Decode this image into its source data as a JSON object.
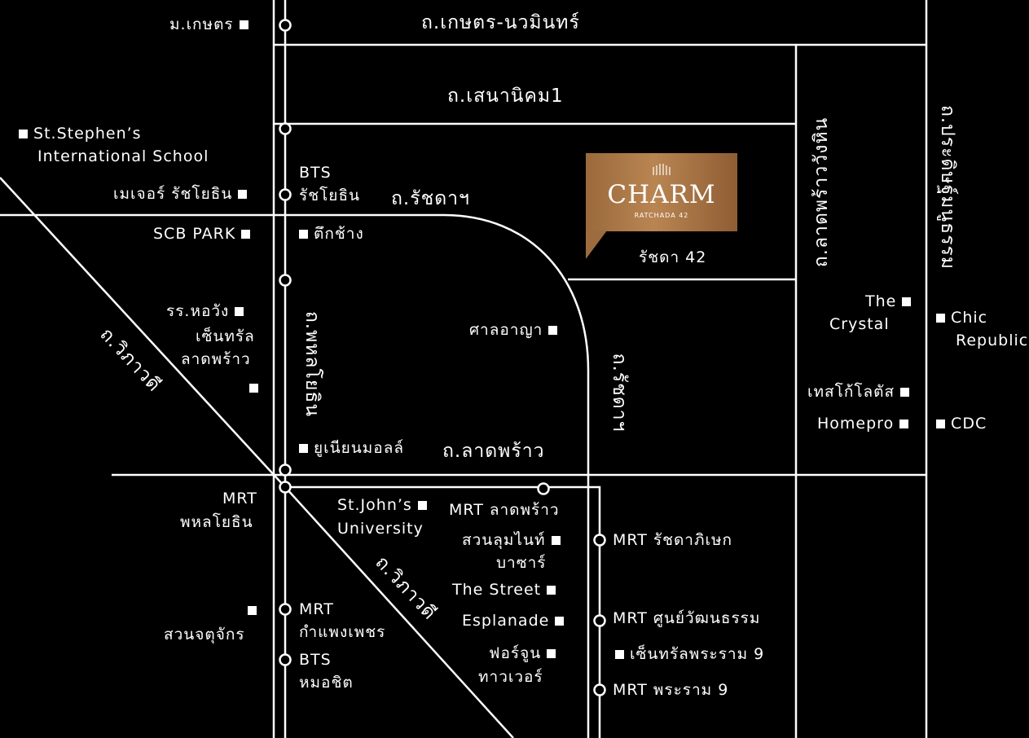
{
  "roads": {
    "kaset_nawamin": "ถ.เกษตร-นวมินทร์",
    "senanikom": "ถ.เสนานิคม1",
    "ratchada_h": "ถ.รัชดาฯ",
    "ratchada_v": "ถ.รัชดาฯ",
    "phahon": "ถ.พหลโยธิน",
    "ladprao": "ถ.ลาดพร้าว",
    "vibhavadi_upper": "ถ.วิภาวดี",
    "vibhavadi_lower": "ถ.วิภาวดี",
    "ladprao_wanghin": "ถ.ลาดพร้าววังหิน",
    "pradit_manutham": "ถ.ประดิษฐ์มนูธรรม"
  },
  "project": {
    "name": "CHARM",
    "subtitle": "RATCHADA 42",
    "soi_label": "รัชดา 42",
    "logo_color": "#b07d4c"
  },
  "places": {
    "kasetsart": "ม.เกษตร",
    "st_stephens_1": "St.Stephen’s",
    "st_stephens_2": "International School",
    "major": "เมเจอร์ รัชโยธิน",
    "scb": "SCB PARK",
    "elephant": "ตึกช้าง",
    "horwang": "รร.หอวัง",
    "central_1": "เซ็นทรัล",
    "central_2": "ลาดพร้าว",
    "union_mall": "ยูเนียนมอลล์",
    "court": "ศาลอาญา",
    "crystal_1": "The",
    "crystal_2": "Crystal",
    "chic_1": "Chic",
    "chic_2": "Republic",
    "lotus": "เทสโก้โลตัส",
    "homepro": "Homepro",
    "cdc": "CDC",
    "stjohn_1": "St.John’s",
    "stjohn_2": "University",
    "lumpini_1": "สวนลุมไนท์",
    "lumpini_2": "บาซาร์",
    "the_street": "The Street",
    "esplanade": "Esplanade",
    "fortune_1": "ฟอร์จูน",
    "fortune_2": "ทาวเวอร์",
    "central_rama9": "เซ็นทรัลพระราม 9",
    "chatuchak": "สวนจตุจักร"
  },
  "stations": {
    "bts_ratchayothin_1": "BTS",
    "bts_ratchayothin_2": "รัชโยธิน",
    "mrt_phahon_1": "MRT",
    "mrt_phahon_2": "พหลโยธิน",
    "mrt_ladprao": "MRT ลาดพร้าว",
    "mrt_ratchada": "MRT รัชดาภิเษก",
    "mrt_kamphaeng_1": "MRT",
    "mrt_kamphaeng_2": "กำแพงเพชร",
    "bts_mochit_1": "BTS",
    "bts_mochit_2": "หมอชิต",
    "mrt_cultural": "MRT ศูนย์วัฒนธรรม",
    "mrt_rama9": "MRT พระราม 9"
  }
}
